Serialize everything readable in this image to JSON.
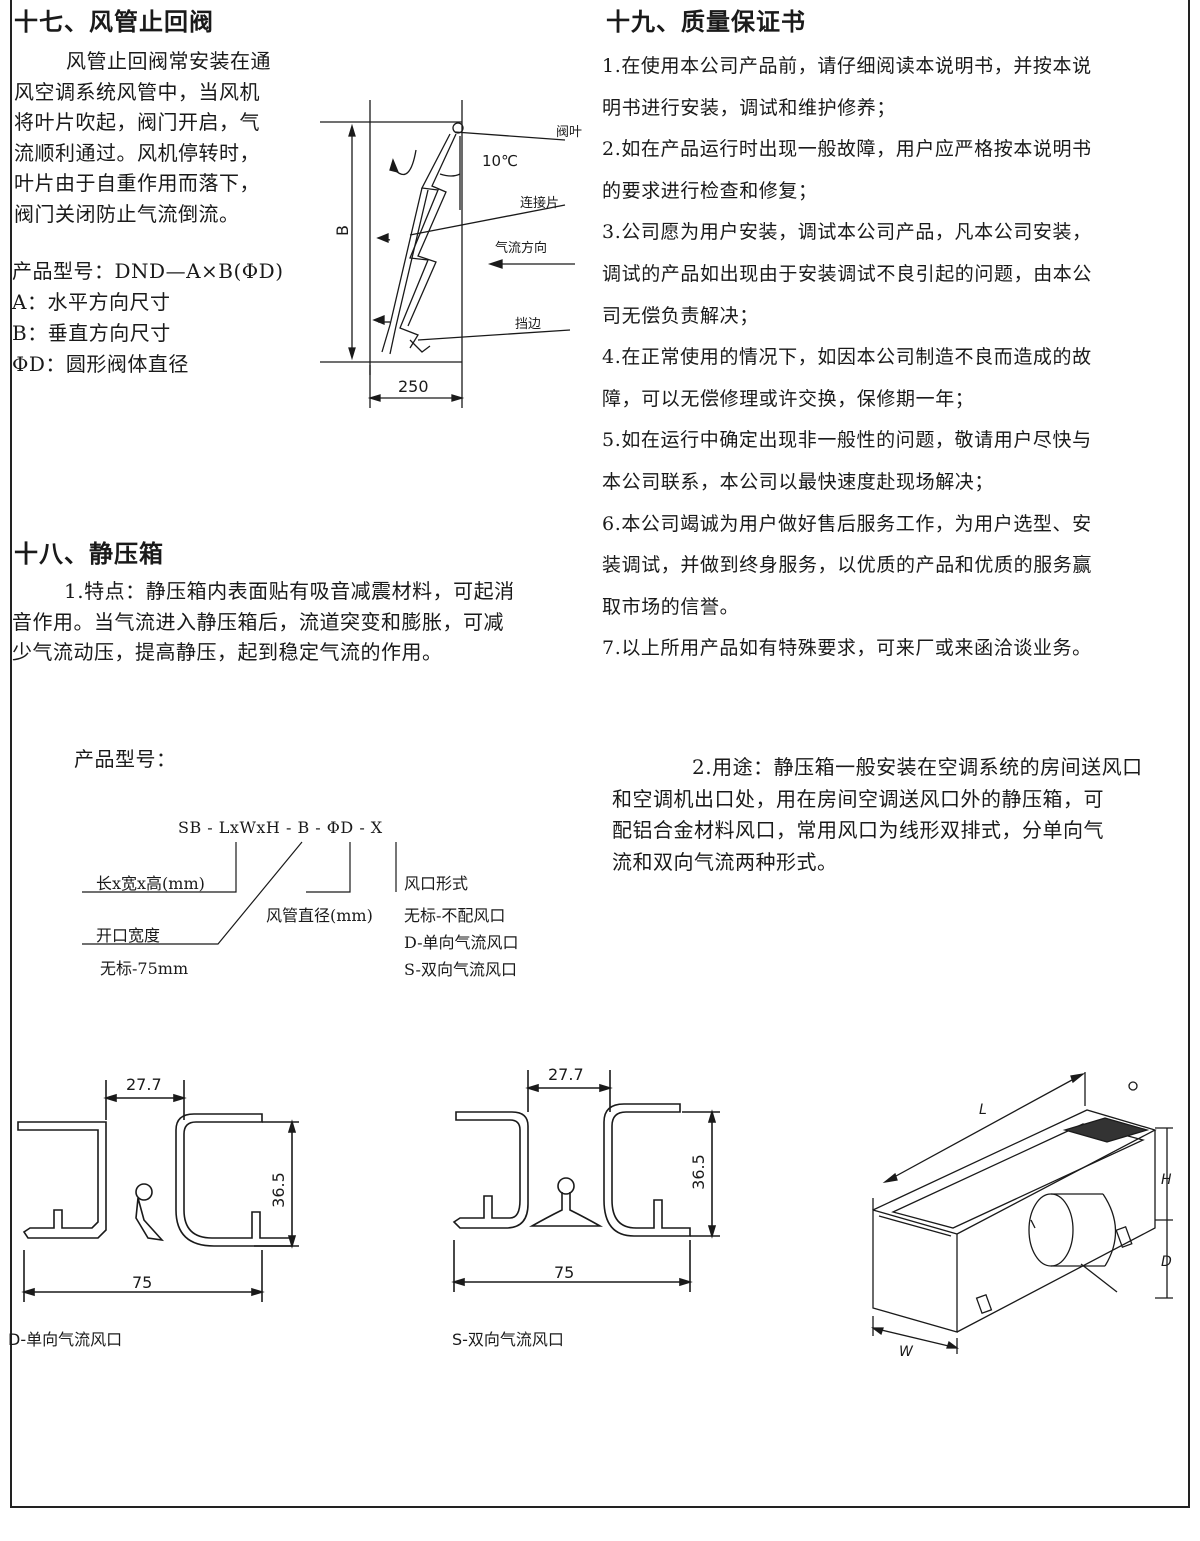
{
  "s17": {
    "title": "十七、风管止回阀",
    "intro": [
      "风管止回阀常安装在通",
      "风空调系统风管中，当风机",
      "将叶片吹起，阀门开启，气",
      "流顺利通过。风机停转时，",
      "叶片由于自重作用而落下，",
      "阀门关闭防止气流倒流。"
    ],
    "model": "产品型号：DND—A×B(ΦD)",
    "specs": [
      "A：水平方向尺寸",
      "B：垂直方向尺寸",
      "ΦD：圆形阀体直径"
    ],
    "figure": {
      "label_blade": "阀叶",
      "angle": "10℃",
      "label_connector": "连接片",
      "label_airflow": "气流方向",
      "label_stop": "挡边",
      "dim_b": "B",
      "dim_width": "250"
    }
  },
  "s18": {
    "title": "十八、静压箱",
    "feature": [
      "1.特点：静压箱内表面贴有吸音减震材料，可起消",
      "音作用。当气流进入静压箱后，流道突变和膨胀，可减",
      "少气流动压，提高静压，起到稳定气流的作用。"
    ],
    "model_label": "产品型号：",
    "code": "SB - LxWxH - B - ΦD - X",
    "legend": {
      "lwh": "长x宽x高(mm)",
      "opening": "开口宽度",
      "opening_default": "无标-75mm",
      "duct": "风管直径(mm)",
      "outlet": "风口形式",
      "outlet_options": [
        "无标-不配风口",
        "D-单向气流风口",
        "S-双向气流风口"
      ]
    },
    "usage": [
      "2.用途：静压箱一般安装在空调系统的房间送风口",
      "和空调机出口处，用在房间空调送风口外的静压箱，可",
      "配铝合金材料风口，常用风口为线形双排式，分单向气",
      "流和双向气流两种形式。"
    ],
    "profile_single": {
      "dim_top": "27.7",
      "dim_height": "36.5",
      "dim_width": "75",
      "caption": "D-单向气流风口"
    },
    "profile_double": {
      "dim_top": "27.7",
      "dim_height": "36.5",
      "dim_width": "75",
      "caption": "S-双向气流风口"
    },
    "box_dims": {
      "L": "L",
      "W": "W",
      "H": "H",
      "D": "D"
    }
  },
  "s19": {
    "title": "十九、质量保证书",
    "lines": [
      "1.在使用本公司产品前，请仔细阅读本说明书，并按本说",
      "明书进行安装，调试和维护修养；",
      "2.如在产品运行时出现一般故障，用户应严格按本说明书",
      "的要求进行检查和修复；",
      "3.公司愿为用户安装，调试本公司产品，凡本公司安装，",
      "调试的产品如出现由于安装调试不良引起的问题，由本公",
      "司无偿负责解决；",
      "4.在正常使用的情况下，如因本公司制造不良而造成的故",
      "障，可以无偿修理或许交换，保修期一年；",
      "5.如在运行中确定出现非一般性的问题，敬请用户尽快与",
      "本公司联系，本公司以最快速度赴现场解决；",
      "6.本公司竭诚为用户做好售后服务工作，为用户选型、安",
      "装调试，并做到终身服务，以优质的产品和优质的服务赢",
      "取市场的信誉。",
      "7.以上所用产品如有特殊要求，可来厂或来函洽谈业务。"
    ]
  }
}
